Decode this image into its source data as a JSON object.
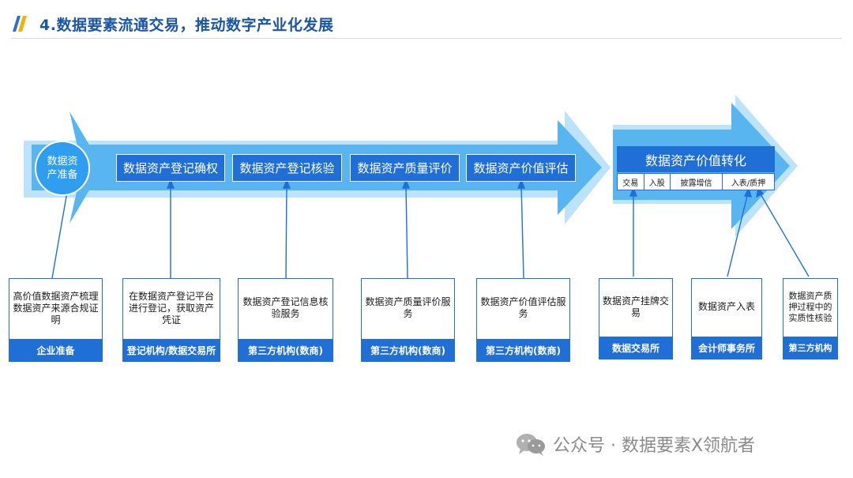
{
  "header": {
    "title": "4.数据要素流通交易，推动数字产业化发展"
  },
  "colors": {
    "arrow_light": "#bde3fb",
    "arrow_main": "#59b5f0",
    "box_blue": "#1f6fd6",
    "title_blue": "#1a56a6",
    "connector": "#1f6fd6"
  },
  "flow": {
    "start": "数据资产准备",
    "steps": [
      "数据资产登记确权",
      "数据资产登记核验",
      "数据资产质量评价",
      "数据资产价值评估"
    ],
    "transform": {
      "title": "数据资产价值转化",
      "sub_items": [
        "交易",
        "入股",
        "披露增信",
        "入表/质押"
      ]
    }
  },
  "cards": [
    {
      "text": "高价值数据资产梳理\n数据资产来源合规证明",
      "label": "企业准备"
    },
    {
      "text": "在数据资产登记平台进行登记，获取资产凭证",
      "label": "登记机构/数据交易所"
    },
    {
      "text": "数据资产登记信息核验服务",
      "label": "第三方机构(数商)"
    },
    {
      "text": "数据资产质量评价服务",
      "label": "第三方机构(数商)"
    },
    {
      "text": "数据资产价值评估服务",
      "label": "第三方机构(数商)"
    },
    {
      "text": "数据资产挂牌交易",
      "label": "数据交易所"
    },
    {
      "text": "数据资产入表",
      "label": "会计师事务所"
    },
    {
      "text": "数据资产质押过程中的实质性核验",
      "label": "第三方机构"
    }
  ],
  "watermark": {
    "icon": "wechat-icon",
    "text": "公众号 · 数据要素X领航者"
  }
}
